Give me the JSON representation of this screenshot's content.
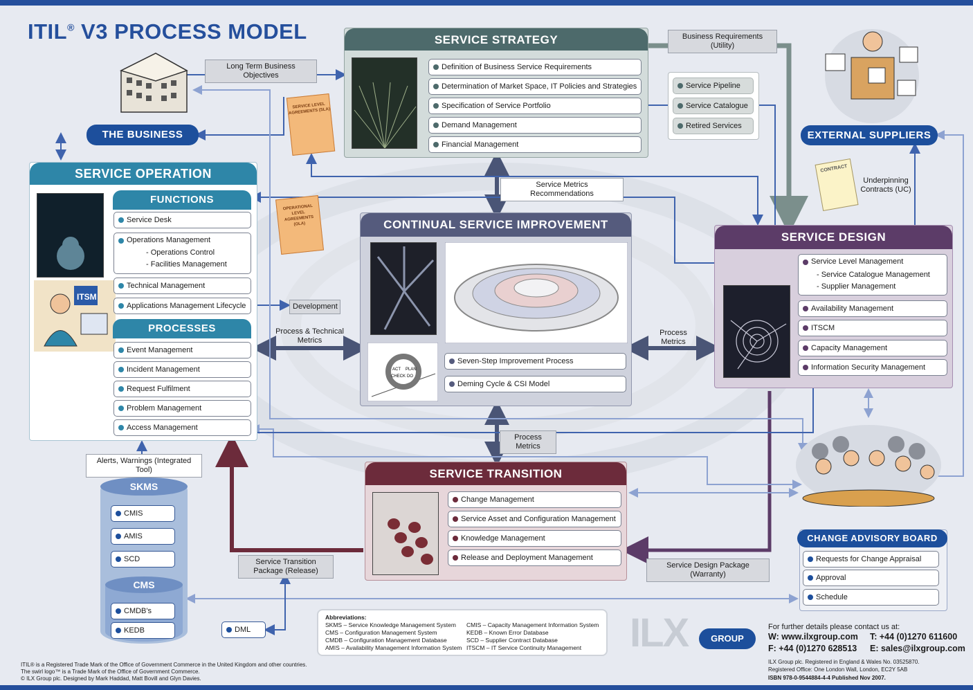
{
  "title": {
    "main": "ITIL",
    "reg": "®",
    "rest": " V3 PROCESS MODEL"
  },
  "the_business": "THE BUSINESS",
  "external_suppliers": "EXTERNAL SUPPLIERS",
  "service_strategy": {
    "header": "SERVICE STRATEGY",
    "items": [
      "Definition of Business Service Requirements",
      "Determination of Market Space, IT Policies and Strategies",
      "Specification of Service Portfolio",
      "Demand Management",
      "Financial Management"
    ],
    "portfolio": [
      "Service Pipeline",
      "Service Catalogue",
      "Retired Services"
    ]
  },
  "service_operation": {
    "header": "SERVICE OPERATION",
    "functions_header": "FUNCTIONS",
    "service_desk": "Service Desk",
    "operations_management": "Operations Management",
    "operations_control": "- Operations Control",
    "facilities_management": "- Facilities Management",
    "technical_management": "Technical Management",
    "applications_management": "Applications Management Lifecycle",
    "processes_header": "PROCESSES",
    "processes": [
      "Event Management",
      "Incident Management",
      "Request Fulfilment",
      "Problem Management",
      "Access Management"
    ]
  },
  "csi": {
    "header": "CONTINUAL SERVICE IMPROVEMENT",
    "items": [
      "Seven-Step Improvement Process",
      "Deming Cycle & CSI Model"
    ],
    "deming": [
      "ACT",
      "PLAN",
      "CHECK",
      "DO"
    ]
  },
  "service_design": {
    "header": "SERVICE DESIGN",
    "slm": "Service Level Management",
    "scm": "- Service Catalogue Management",
    "sm": "- Supplier Management",
    "items": [
      "Availability Management",
      "ITSCM",
      "Capacity Management",
      "Information Security Management"
    ]
  },
  "service_transition": {
    "header": "SERVICE TRANSITION",
    "items": [
      "Change Management",
      "Service Asset and Configuration Management",
      "Knowledge Management",
      "Release and Deployment Management"
    ]
  },
  "cab": {
    "header": "CHANGE ADVISORY BOARD",
    "items": [
      "Requests for Change Appraisal",
      "Approval",
      "Schedule"
    ]
  },
  "skms": {
    "header": "SKMS",
    "items": [
      "CMIS",
      "AMIS",
      "SCD"
    ]
  },
  "cms": {
    "header": "CMS",
    "items": [
      "CMDB's",
      "KEDB"
    ]
  },
  "dml": "DML",
  "flows": {
    "long_term": "Long Term Business Objectives",
    "business_req": "Business Requirements (Utility)",
    "metrics_reco": "Service Metrics Recommendations",
    "underpinning": "Underpinning Contracts (UC)",
    "development": "Development",
    "process_tech": "Process & Technical Metrics",
    "process_metrics_r": "Process Metrics",
    "process_metrics_b": "Process Metrics",
    "alerts": "Alerts, Warnings (Integrated Tool)",
    "stp": "Service Transition Package (Release)",
    "sdp": "Service Design Package (Warranty)"
  },
  "docs": {
    "sla": "SERVICE LEVEL AGREEMENTS (SLA)",
    "ola": "OPERATIONAL LEVEL AGREEMENTS (OLA)",
    "contract": "CONTRACT"
  },
  "abbreviations": {
    "heading": "Abbreviations:",
    "left": [
      "SKMS – Service Knowledge Management System",
      "CMS – Configuration Management System",
      "CMDB – Configuration Management Database",
      "AMIS – Availability Management Information System"
    ],
    "right": [
      "CMIS – Capacity Management Information System",
      "KEDB – Known Error Database",
      "SCD – Supplier Contract Database",
      "ITSCM – IT Service Continuity Management"
    ]
  },
  "logo": {
    "ilx": "ILX",
    "group": "GROUP"
  },
  "contact": {
    "intro": "For further details please contact us at:",
    "web": "W: www.ilxgroup.com",
    "tel": "T: +44 (0)1270 611600",
    "fax": "F: +44 (0)1270 628513",
    "email": "E: sales@ilxgroup.com",
    "reg1": "ILX Group plc. Registered in England & Wales No. 03525870.",
    "reg2": "Registered Office: One London Wall, London, EC2Y 5AB",
    "isbn": "ISBN 978-0-9544884-4-4  Published Nov 2007."
  },
  "footnote": {
    "l1": "ITIL® is a Registered Trade Mark of the Office of Government Commerce in the United Kingdom and other countries.",
    "l2": "The swirl logo™ is a Trade Mark of the Office of Government Commerce.",
    "l3": "© ILX Group plc. Designed by Mark Haddad, Matt Bovill and Glyn Davies."
  },
  "colors": {
    "blue": "#1d4f9c",
    "teal": "#2e86a8",
    "strategy": "#4d6a6b",
    "csi": "#555b7d",
    "design": "#5c3c68",
    "transition": "#6c2b3b",
    "cab": "#1d4f9c"
  },
  "icons": [
    "building-illustration",
    "supplier-illustration",
    "service-desk-illustration",
    "cab-people-illustration",
    "csi-lifecycle-wheel"
  ]
}
